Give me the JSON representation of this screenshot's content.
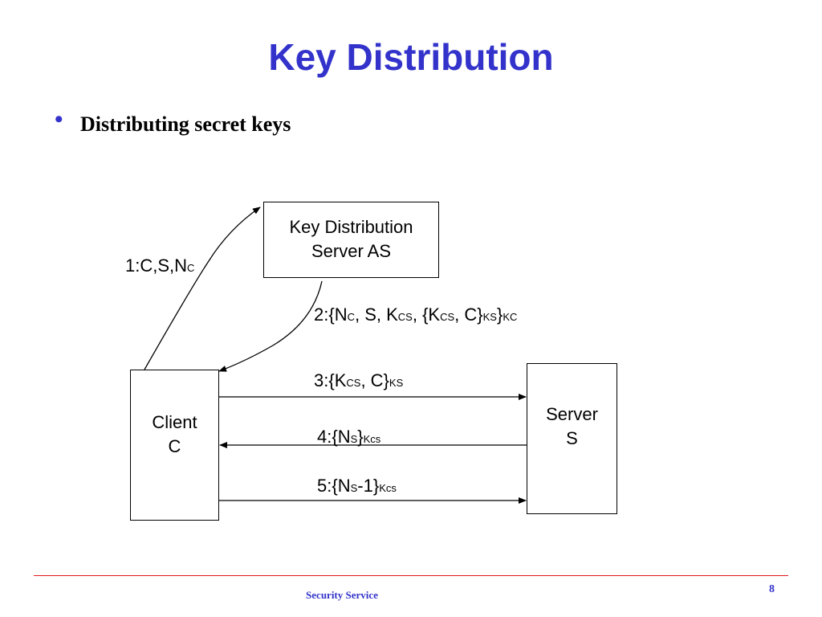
{
  "slide": {
    "title": "Key Distribution",
    "bullet": "Distributing secret keys"
  },
  "nodes": {
    "kds": {
      "line1": "Key Distribution",
      "line2": "Server AS"
    },
    "client": {
      "line1": "Client",
      "line2": "C"
    },
    "server": {
      "line1": "Server",
      "line2": "S"
    }
  },
  "messages": {
    "m1": {
      "main": "1:C,S,N",
      "sub": "C"
    },
    "m2": {
      "p1": "2:{N",
      "s1": "C",
      "p2": ", S, K",
      "s2": "CS",
      "p3": ", {K",
      "s3": "CS",
      "p4": ", C}",
      "s4": "KS",
      "p5": "}",
      "s5": "KC"
    },
    "m3": {
      "p1": "3:{K",
      "s1": "CS",
      "p2": ", C}",
      "s2": "KS"
    },
    "m4": {
      "p1": "4:{N",
      "s1": "S",
      "p2": "}",
      "s2": "Kcs"
    },
    "m5": {
      "p1": "5:{N",
      "s1": "S",
      "p2": "-1}",
      "s2": "Kcs"
    }
  },
  "footer": {
    "text": "Security Service",
    "page_number": "8"
  },
  "colors": {
    "title": "#3333cc",
    "footer_line": "#e01818"
  }
}
